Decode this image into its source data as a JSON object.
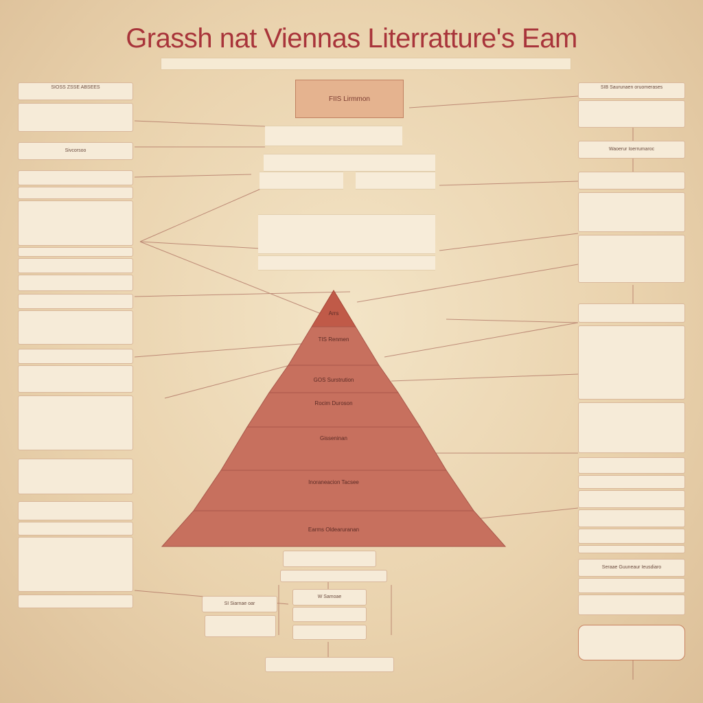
{
  "title": "Grassh nat Viennas Literratture's Eam",
  "subtitle": "",
  "center_box": "FIIS Lirmmon",
  "pyramid": {
    "tiers": [
      {
        "label": "Arrs"
      },
      {
        "label": "TIS Renmen"
      },
      {
        "label": "GOS Surstrution"
      },
      {
        "label": "Rocim Duroson"
      },
      {
        "label": "Gisseninan"
      },
      {
        "label": "Inoraneacion Tacsee"
      },
      {
        "label": "Earms Oldearuranan"
      }
    ]
  },
  "left_boxes": [
    {
      "title": "SIOSS ZSSE ABSEES",
      "sub": ""
    },
    {
      "title": "",
      "sub": ""
    },
    {
      "title": "Sivcorsoo",
      "sub": ""
    },
    {
      "title": "",
      "sub": ""
    },
    {
      "title": "",
      "sub": ""
    },
    {
      "title": "",
      "sub": ""
    },
    {
      "title": "",
      "sub": ""
    },
    {
      "title": "",
      "sub": ""
    },
    {
      "title": "",
      "sub": ""
    },
    {
      "title": "",
      "sub": ""
    },
    {
      "title": "",
      "sub": ""
    },
    {
      "title": "",
      "sub": ""
    },
    {
      "title": "",
      "sub": ""
    },
    {
      "title": "",
      "sub": ""
    },
    {
      "title": "",
      "sub": ""
    }
  ],
  "right_boxes": [
    {
      "title": "SIB Saurunaen oruomerases"
    },
    {
      "title": ""
    },
    {
      "title": "Waoerur Ioerrumaroc"
    },
    {
      "title": ""
    },
    {
      "title": ""
    },
    {
      "title": ""
    },
    {
      "title": ""
    },
    {
      "title": ""
    },
    {
      "title": ""
    },
    {
      "title": ""
    },
    {
      "title": "Seraae Guuneaur Ieusdiaro"
    },
    {
      "title": ""
    }
  ],
  "bottom": {
    "box1": "W Samoae",
    "box2": "SI Siarnae oar",
    "box3": "",
    "box4": ""
  },
  "colors": {
    "accent": "#a8343a",
    "pyramid": "#c7705e",
    "pyramid_top": "#c05a48",
    "background": "#ead3ae"
  }
}
